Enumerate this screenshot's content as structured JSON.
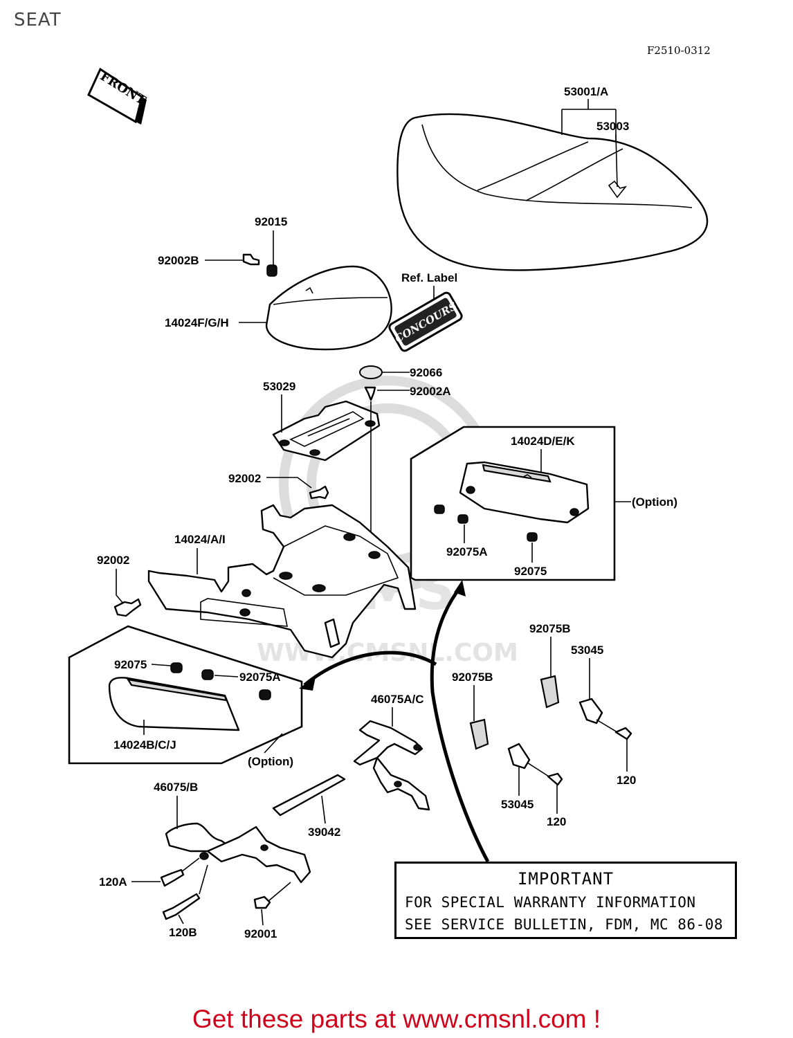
{
  "page_title": "SEAT",
  "diagram_code": "F2510-0312",
  "front_arrow_text": "FRONT",
  "watermark_text": "WWW.CMSNL.COM",
  "ref_label_caption": "Ref. Label",
  "ref_label_text": "CONCOURS",
  "labels": {
    "p53001A": "53001/A",
    "p53003": "53003",
    "p92015": "92015",
    "p92002B": "92002B",
    "p14024FGH": "14024F/G/H",
    "p92066": "92066",
    "p92002A": "92002A",
    "p53029": "53029",
    "p92002_mid": "92002",
    "p14024DEK": "14024D/E/K",
    "option_right": "(Option)",
    "p92075A_right": "92075A",
    "p92075_right": "92075",
    "p14024AI": "14024/A/I",
    "p92002_left": "92002",
    "p92075_left": "92075",
    "p92075A_left": "92075A",
    "p14024BCJ": "14024B/C/J",
    "option_left": "(Option)",
    "p46075AC": "46075A/C",
    "p92075B_a": "92075B",
    "p92075B_b": "92075B",
    "p53045_a": "53045",
    "p120_a": "120",
    "p53045_b": "53045",
    "p120_b": "120",
    "p46075B": "46075/B",
    "p39042": "39042",
    "p120A": "120A",
    "p120B": "120B",
    "p92001": "92001"
  },
  "important": {
    "title": "IMPORTANT",
    "line1": "FOR SPECIAL WARRANTY INFORMATION",
    "line2": "SEE SERVICE BULLETIN, FDM, MC 86-08"
  },
  "footer": "Get these parts at www.cmsnl.com !"
}
